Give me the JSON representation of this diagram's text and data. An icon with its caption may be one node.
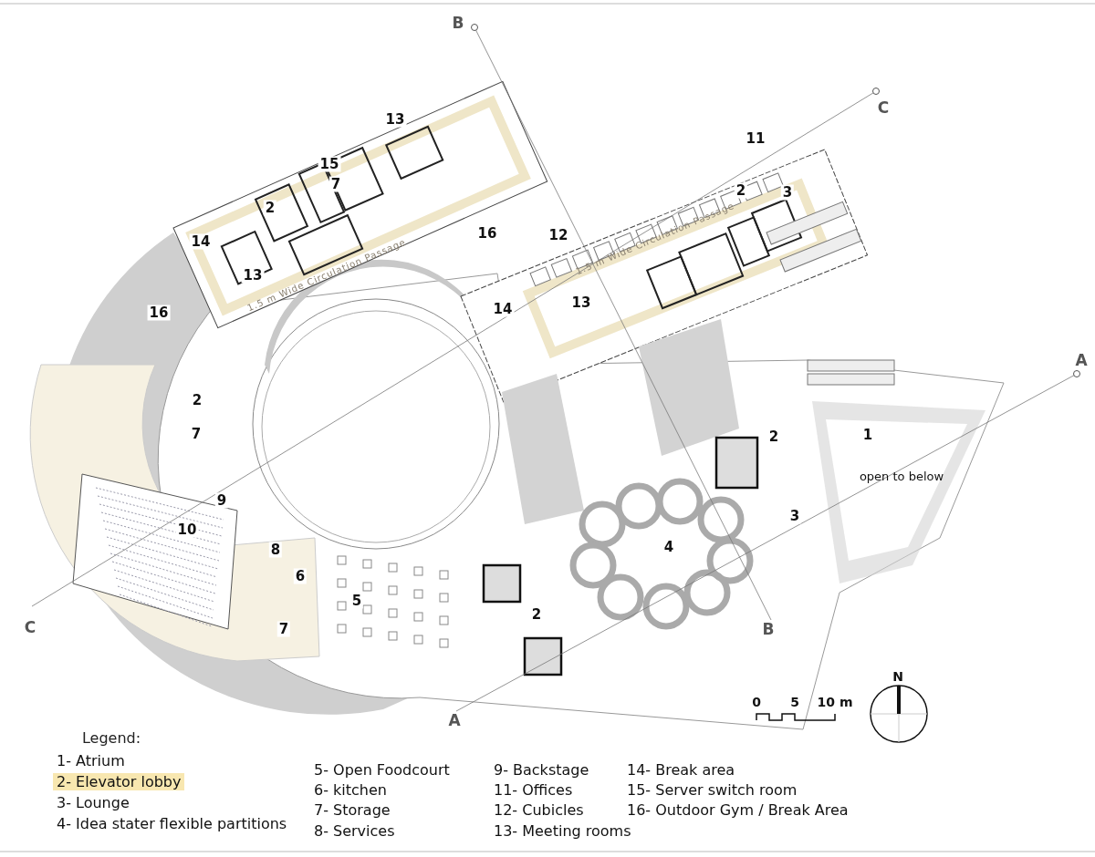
{
  "diagram": {
    "labels": [
      "B",
      "C",
      "13",
      "11",
      "15",
      "7",
      "2",
      "2",
      "3",
      "16",
      "12",
      "14",
      "13",
      "1.5 m Wide Circulation Passage",
      "1.5 m Wide Circulation Passage",
      "16",
      "14",
      "13",
      "A",
      "2",
      "1",
      "2",
      "7",
      "open to below",
      "9",
      "3",
      "10",
      "4",
      "8",
      "6",
      "5",
      "C",
      "2",
      "7",
      "B",
      "N",
      "0",
      "5",
      "10 m",
      "A",
      "Legend:"
    ],
    "legend": [
      {
        "text": "1- Atrium"
      },
      {
        "text": "2- Elevator lobby"
      },
      {
        "text": "3- Lounge"
      },
      {
        "text": "4- Idea stater flexible partitions"
      },
      {
        "text": "5- Open Foodcourt"
      },
      {
        "text": "6- kitchen"
      },
      {
        "text": "7- Storage"
      },
      {
        "text": "8- Services"
      },
      {
        "text": "9- Backstage"
      },
      {
        "text": "11- Offices"
      },
      {
        "text": "12- Cubicles"
      },
      {
        "text": "13- Meeting rooms"
      },
      {
        "text": "14- Break area"
      },
      {
        "text": "15- Server switch room"
      },
      {
        "text": "16- Outdoor Gym / Break Area"
      }
    ]
  }
}
